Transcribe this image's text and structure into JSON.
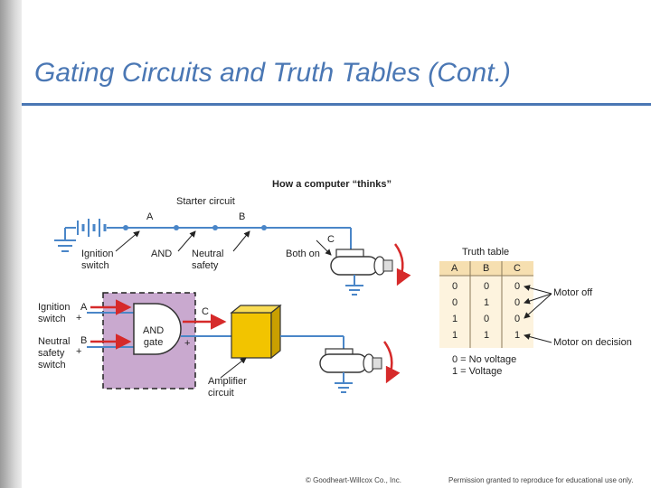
{
  "slide": {
    "title": "Gating Circuits and Truth Tables (Cont.)"
  },
  "diagram": {
    "heading": "How a computer “thinks”",
    "starter_circuit_label": "Starter circuit",
    "top_labels": {
      "a": "A",
      "b": "B",
      "c": "C",
      "ignition_switch": "Ignition\nswitch",
      "and": "AND",
      "neutral_safety": "Neutral\nsafety",
      "both_on": "Both on"
    },
    "bottom_labels": {
      "ignition_switch": "Ignition\nswitch",
      "a": "A",
      "plus_a": "+",
      "neutral_safety_switch": "Neutral\nsafety\nswitch",
      "b": "B",
      "plus_b": "+",
      "gate": "AND\ngate",
      "plus_out": "+",
      "c": "C",
      "amplifier_circuit": "Amplifier\ncircuit"
    },
    "truth_table": {
      "title": "Truth table",
      "headers": [
        "A",
        "B",
        "C"
      ],
      "rows": [
        [
          "0",
          "0",
          "0"
        ],
        [
          "0",
          "1",
          "0"
        ],
        [
          "1",
          "0",
          "0"
        ],
        [
          "1",
          "1",
          "1"
        ]
      ],
      "motor_off": "Motor off",
      "motor_on": "Motor on decision",
      "legend": [
        "0 = No voltage",
        "1 = Voltage"
      ]
    },
    "colors": {
      "wire": "#4a86c8",
      "gate_box": "#c9a9cf",
      "amplifier": "#f2c400",
      "arrow_red": "#d62a2a",
      "table_header": "#f6dfb0",
      "table_body": "#fdf3de"
    }
  },
  "footer": {
    "copyright": "© Goodheart-Willcox Co., Inc.",
    "permission": "Permission granted to reproduce for educational use only."
  }
}
